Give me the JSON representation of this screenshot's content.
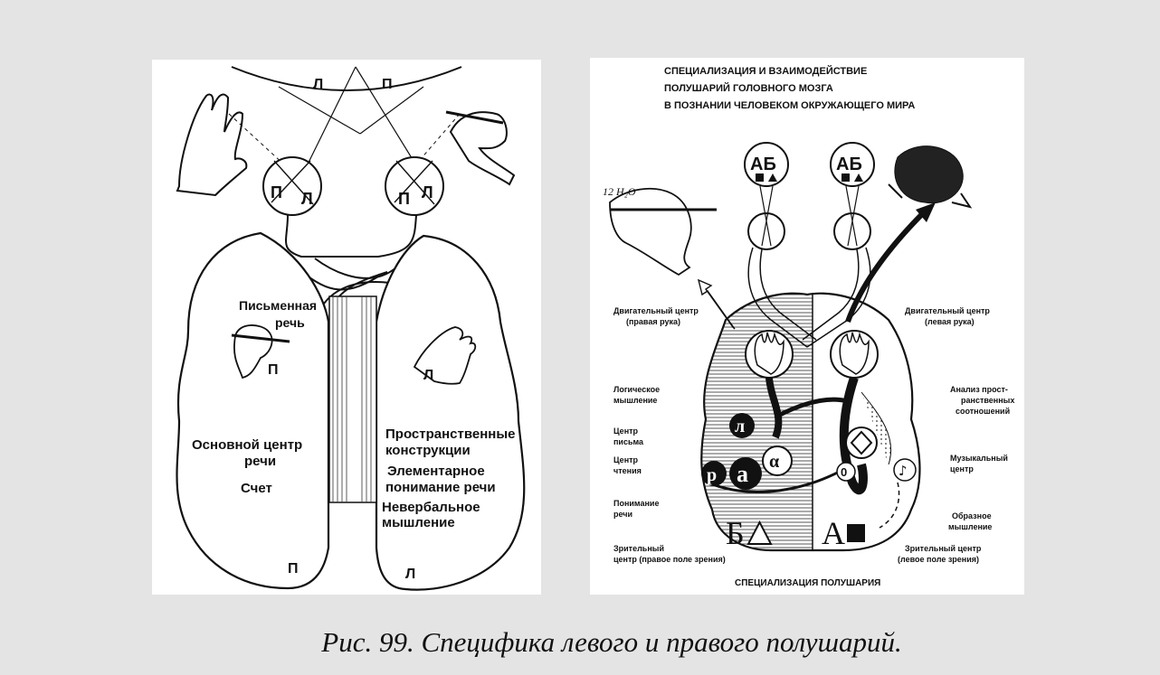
{
  "left_diagram": {
    "field_labels": [
      "Л",
      "П"
    ],
    "left_eye_labels": [
      "П",
      "Л"
    ],
    "right_eye_labels": [
      "П",
      "Л"
    ],
    "writing_label": [
      "Письменная",
      "речь"
    ],
    "left_hemisphere_hand_label": "П",
    "right_hemisphere_hand_label": "Л",
    "left_hemisphere_text": [
      "Основной центр",
      "речи",
      "Счет"
    ],
    "right_hemisphere_text": [
      "Пространственные",
      "конструкции",
      "Элементарное",
      "понимание речи",
      "Невербальное",
      "мышление"
    ],
    "bottom_left_label": "П",
    "bottom_right_label": "Л"
  },
  "right_diagram": {
    "title_lines": [
      "СПЕЦИАЛИЗАЦИЯ И ВЗАИМОДЕЙСТВИЕ",
      "ПОЛУШАРИЙ ГОЛОВНОГО МОЗГА",
      "В ПОЗНАНИИ ЧЕЛОВЕКОМ ОКРУЖАЮЩЕГО МИРА"
    ],
    "visual_symbols": "АБ",
    "formula": "12 H₂O",
    "left_labels": {
      "motor_center": [
        "Двигательный центр",
        "(правая рука)"
      ],
      "logical_thinking": [
        "Логическое",
        "мышление"
      ],
      "writing_center": [
        "Центр",
        "письма"
      ],
      "reading_center": [
        "Центр",
        "чтения"
      ],
      "speech_understanding": [
        "Понимание",
        "речи"
      ],
      "visual_center": [
        "Зрительный",
        "центр  (правое поле зрения)"
      ]
    },
    "right_labels": {
      "motor_center": [
        "Двигательный центр",
        "(левая рука)"
      ],
      "spatial_analysis": [
        "Анализ прост-",
        "ранственных",
        "соотношений"
      ],
      "music_center": [
        "Музыкальный",
        "центр"
      ],
      "image_thinking": [
        "Образное",
        "мышление"
      ],
      "visual_center": [
        "Зрительный центр",
        "(левое поле зрения)"
      ]
    },
    "letters": {
      "l": "л",
      "p": "р",
      "a": "а",
      "alpha": "α",
      "zero": "0",
      "note": "♪",
      "big_b": "Б",
      "big_a": "А"
    },
    "footer": "СПЕЦИАЛИЗАЦИЯ  ПОЛУШАРИЯ"
  },
  "caption": "Рис. 99. Специфика левого и правого полушарий."
}
